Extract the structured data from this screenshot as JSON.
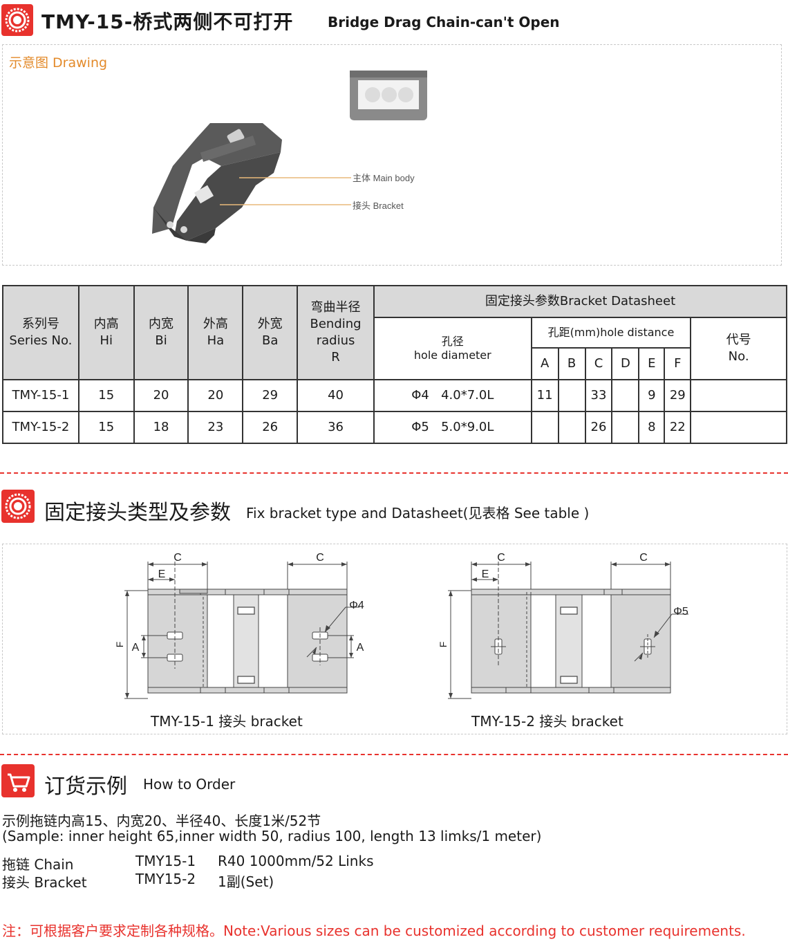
{
  "header": {
    "title_cn": "TMY-15-桥式两侧不可打开",
    "title_en": "Bridge Drag Chain-can't Open"
  },
  "drawing": {
    "label": "示意图 Drawing",
    "callout_main": "主体 Main body",
    "callout_bracket": "接头 Bracket"
  },
  "table": {
    "h_series": [
      "系列号",
      "Series No."
    ],
    "h_hi": [
      "内高",
      "Hi"
    ],
    "h_bi": [
      "内宽",
      "Bi"
    ],
    "h_ha": [
      "外高",
      "Ha"
    ],
    "h_ba": [
      "外宽",
      "Ba"
    ],
    "h_radius": [
      "弯曲半径",
      "Bending",
      "radius",
      "R"
    ],
    "h_bracket": "固定接头参数Bracket Datasheet",
    "h_hole_dia": [
      "孔径",
      "hole diameter"
    ],
    "h_hole_dist": "孔距(mm)hole distance",
    "h_letters": [
      "A",
      "B",
      "C",
      "D",
      "E",
      "F"
    ],
    "h_code": [
      "代号",
      "No."
    ],
    "rows": [
      {
        "series": "TMY-15-1",
        "hi": "15",
        "bi": "20",
        "ha": "20",
        "ba": "29",
        "r": "40",
        "phi": "Φ4",
        "slot": "4.0*7.0L",
        "A": "11",
        "B": "",
        "C": "33",
        "D": "",
        "E": "9",
        "F": "29",
        "code": ""
      },
      {
        "series": "TMY-15-2",
        "hi": "15",
        "bi": "18",
        "ha": "23",
        "ba": "26",
        "r": "36",
        "phi": "Φ5",
        "slot": "5.0*9.0L",
        "A": "",
        "B": "",
        "C": "26",
        "D": "",
        "E": "8",
        "F": "22",
        "code": ""
      }
    ]
  },
  "section_bracket": {
    "title_cn": "固定接头类型及参数",
    "title_en": "Fix bracket type and Datasheet(见表格  See table )"
  },
  "diagrams": {
    "left": {
      "caption": "TMY-15-1  接头  bracket",
      "C": "C",
      "E": "E",
      "F": "F",
      "A": "A",
      "phi": "Φ4"
    },
    "right": {
      "caption": "TMY-15-2  接头  bracket",
      "C": "C",
      "E": "E",
      "F": "F",
      "phi": "Φ5"
    }
  },
  "section_order": {
    "title_cn": "订货示例",
    "title_en": "How to Order",
    "sample_cn": "示例拖链内高15、内宽20、半径40、长度1米/52节",
    "sample_en": "(Sample: inner height 65,inner width 50, radius 100, length 13 limks/1 meter)",
    "chain_label": "拖链  Chain",
    "bracket_label": "接头  Bracket",
    "chain_code": "TMY15-1",
    "chain_spec": "R40  1000mm/52 Links",
    "bracket_code": "TMY15-2",
    "bracket_spec": "1副(Set)"
  },
  "note": "注：可根据客户要求定制各种规格。Note:Various sizes can be customized according to customer requirements.",
  "colors": {
    "accent": "#e8322d",
    "label_orange": "#e38a2a",
    "header_gray": "#d9d9d9"
  }
}
